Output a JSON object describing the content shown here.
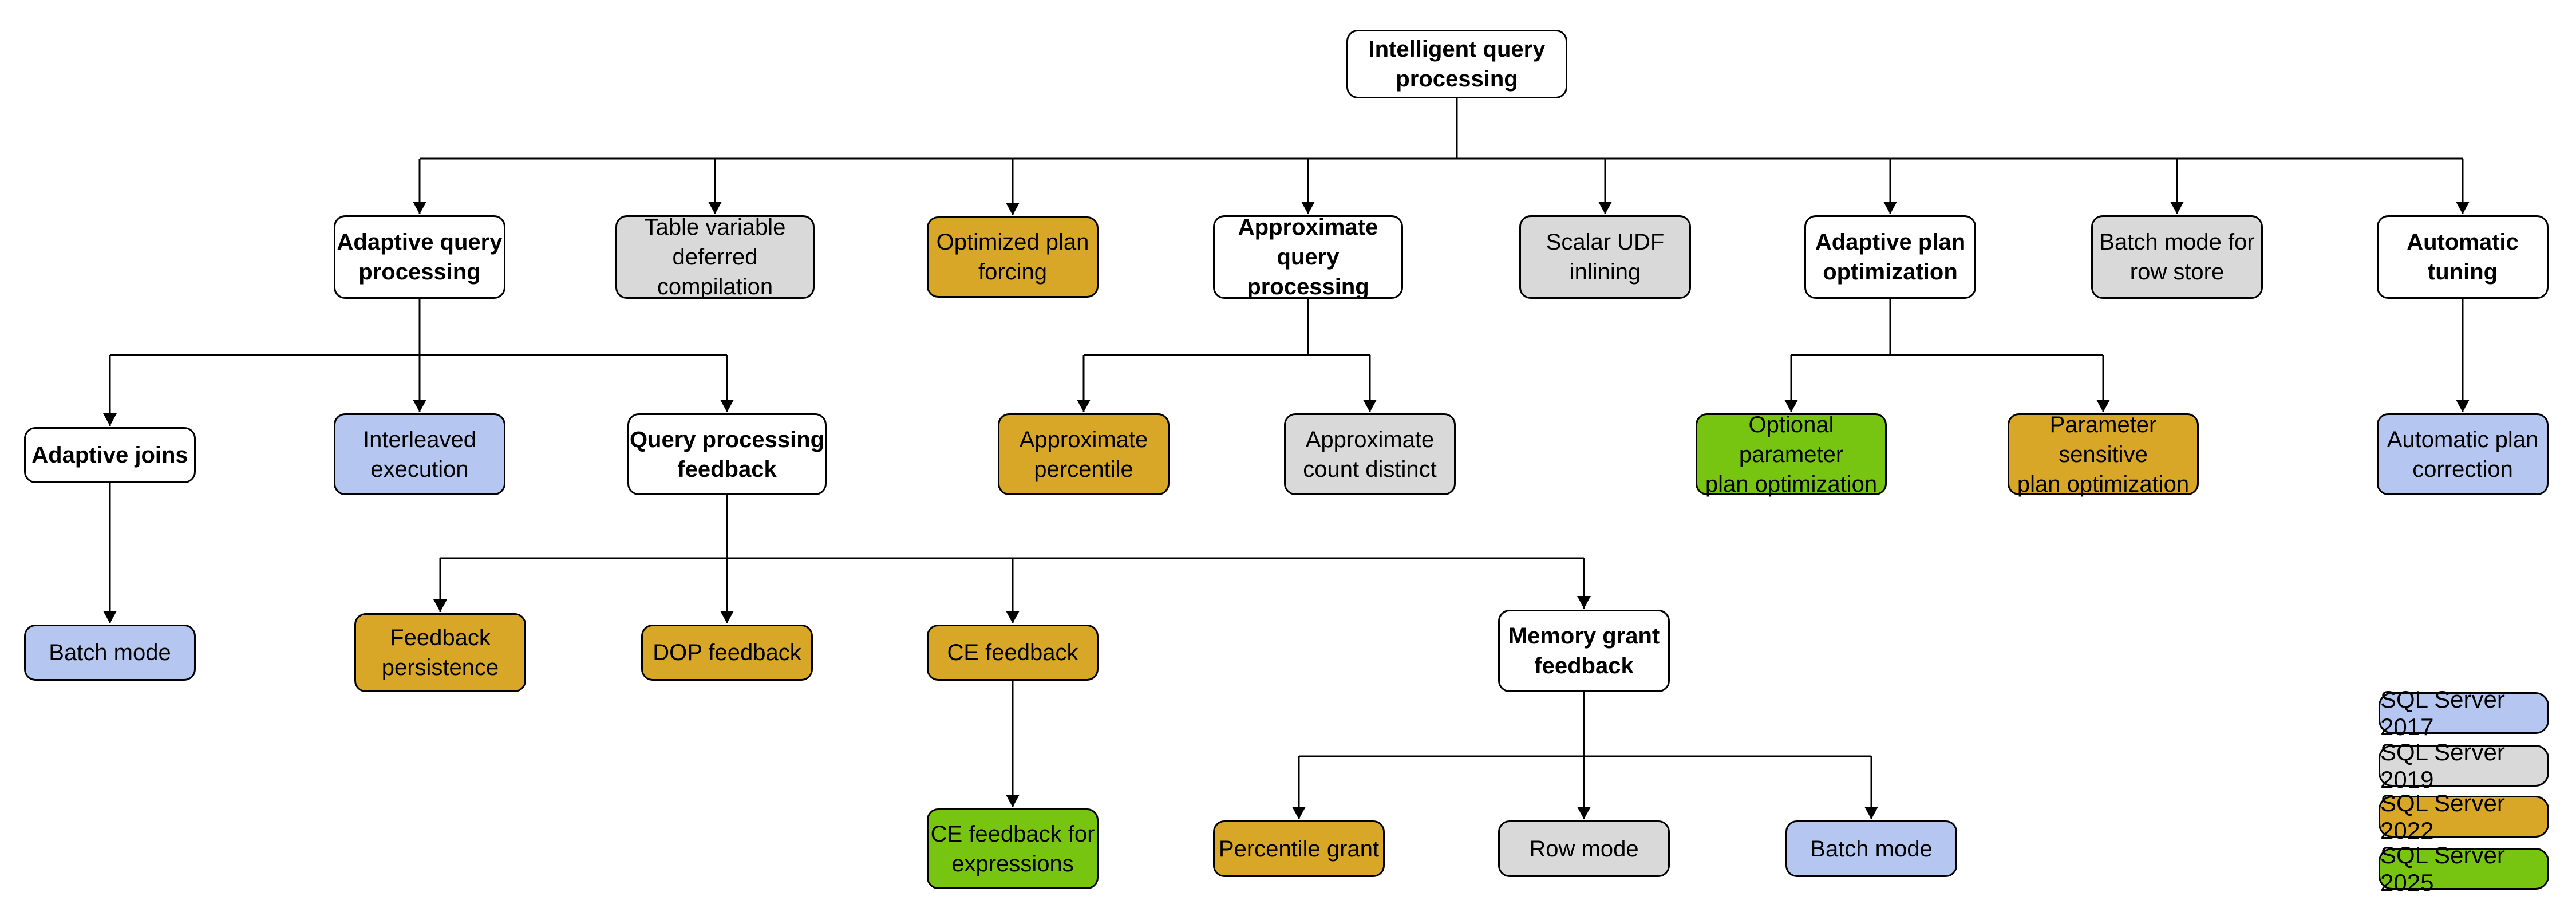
{
  "palette": {
    "background": "#ffffff",
    "white": "#ffffff",
    "gray": "#d9d9d9",
    "gold": "#d8a727",
    "green": "#77c510",
    "blue": "#b5c7f0",
    "border": "#000000",
    "line": "#000000",
    "text": "#000000"
  },
  "nodes": {
    "iqp": {
      "label": "Intelligent query\nprocessing",
      "color_key": "white"
    },
    "aqp": {
      "label": "Adaptive query\nprocessing",
      "color_key": "white"
    },
    "tvdc": {
      "label": "Table variable\ndeferred compilation",
      "color_key": "gray"
    },
    "opf": {
      "label": "Optimized plan\nforcing",
      "color_key": "gold"
    },
    "aprx": {
      "label": "Approximate\nquery processing",
      "color_key": "white"
    },
    "sui": {
      "label": "Scalar UDF\ninlining",
      "color_key": "gray"
    },
    "apo": {
      "label": "Adaptive plan\noptimization",
      "color_key": "white"
    },
    "bmrs": {
      "label": "Batch mode for\nrow store",
      "color_key": "gray"
    },
    "at": {
      "label": "Automatic\ntuning",
      "color_key": "white"
    },
    "aj": {
      "label": "Adaptive joins",
      "color_key": "white"
    },
    "ie": {
      "label": "Interleaved\nexecution",
      "color_key": "blue"
    },
    "qpf": {
      "label": "Query processing\nfeedback",
      "color_key": "white"
    },
    "ap": {
      "label": "Approximate\npercentile",
      "color_key": "gold"
    },
    "acd": {
      "label": "Approximate\ncount distinct",
      "color_key": "gray"
    },
    "oppo": {
      "label": "Optional parameter\nplan optimization",
      "color_key": "green"
    },
    "pspo": {
      "label": "Parameter sensitive\nplan optimization",
      "color_key": "gold"
    },
    "apc": {
      "label": "Automatic plan\ncorrection",
      "color_key": "blue"
    },
    "bm1": {
      "label": "Batch mode",
      "color_key": "blue"
    },
    "fp": {
      "label": "Feedback\npersistence",
      "color_key": "gold"
    },
    "dop": {
      "label": "DOP feedback",
      "color_key": "gold"
    },
    "cef": {
      "label": "CE feedback",
      "color_key": "gold"
    },
    "mgf": {
      "label": "Memory grant\nfeedback",
      "color_key": "white"
    },
    "cefe": {
      "label": "CE feedback for\nexpressions",
      "color_key": "green"
    },
    "pg": {
      "label": "Percentile grant",
      "color_key": "gold"
    },
    "rm": {
      "label": "Row mode",
      "color_key": "gray"
    },
    "bm2": {
      "label": "Batch mode",
      "color_key": "blue"
    }
  },
  "legend": {
    "items": [
      {
        "label": "SQL Server 2017",
        "color_key": "blue",
        "color": "#b5c7f0"
      },
      {
        "label": "SQL Server 2019",
        "color_key": "gray",
        "color": "#d9d9d9"
      },
      {
        "label": "SQL Server 2022",
        "color_key": "gold",
        "color": "#d8a727"
      },
      {
        "label": "SQL Server 2025",
        "color_key": "green",
        "color": "#77c510"
      }
    ]
  }
}
